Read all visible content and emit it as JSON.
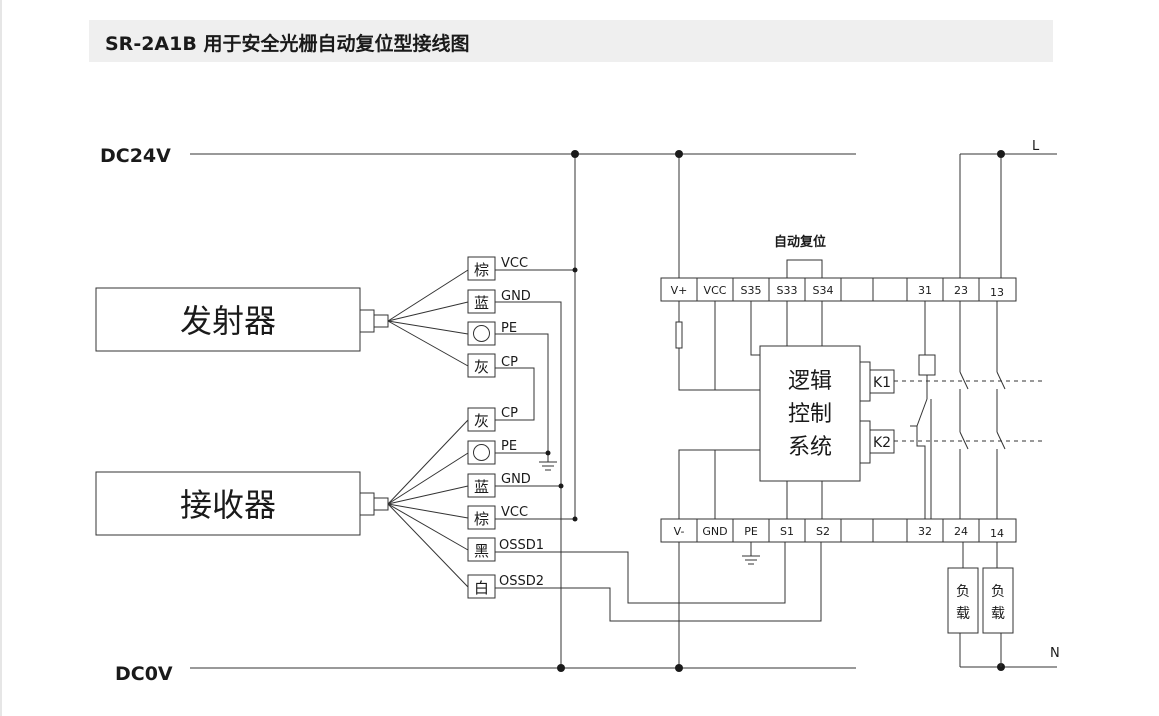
{
  "title": "SR-2A1B 用于安全光栅自动复位型接线图",
  "rails": {
    "top": "DC24V",
    "bottom": "DC0V",
    "line": "L",
    "neutral": "N"
  },
  "emitter": {
    "label": "发射器",
    "wires": [
      {
        "tag": "棕",
        "signal": "VCC"
      },
      {
        "tag": "蓝",
        "signal": "GND"
      },
      {
        "tag": "",
        "signal": "PE"
      },
      {
        "tag": "灰",
        "signal": "CP"
      }
    ]
  },
  "receiver": {
    "label": "接收器",
    "wires": [
      {
        "tag": "灰",
        "signal": "CP"
      },
      {
        "tag": "",
        "signal": "PE"
      },
      {
        "tag": "蓝",
        "signal": "GND"
      },
      {
        "tag": "棕",
        "signal": "VCC"
      },
      {
        "tag": "黑",
        "signal": "OSSD1"
      },
      {
        "tag": "白",
        "signal": "OSSD2"
      }
    ]
  },
  "relay": {
    "auto_reset_label": "自动复位",
    "top_terminals": [
      "V+",
      "VCC",
      "S35",
      "S33",
      "S34",
      "",
      "",
      "31",
      "23",
      "13"
    ],
    "bottom_terminals": [
      "V-",
      "GND",
      "PE",
      "S1",
      "S2",
      "",
      "",
      "32",
      "24",
      "14"
    ],
    "logic_lines": [
      "逻辑",
      "控制",
      "系统"
    ],
    "k1": "K1",
    "k2": "K2"
  },
  "loads": [
    {
      "line1": "负",
      "line2": "载"
    },
    {
      "line1": "负",
      "line2": "载"
    }
  ]
}
